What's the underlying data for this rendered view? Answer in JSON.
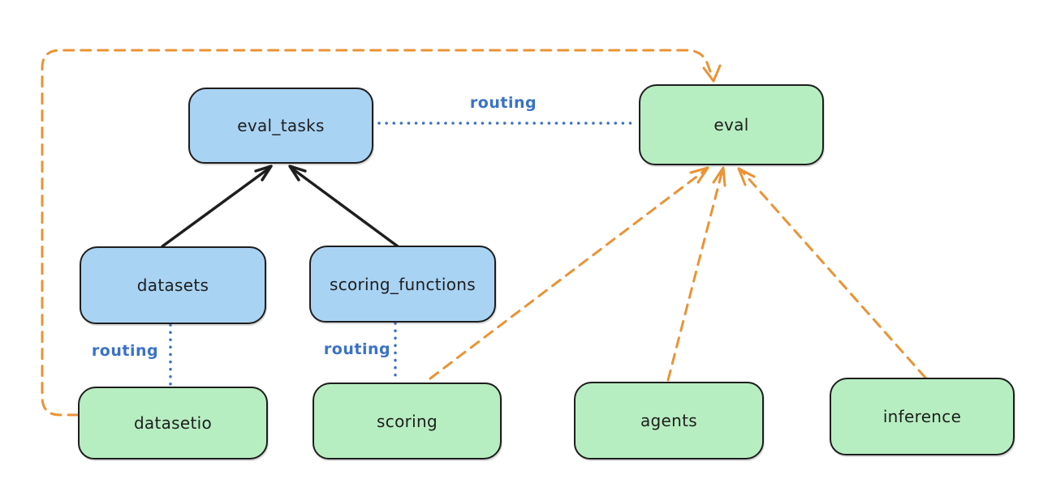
{
  "diagram": {
    "background": "#ffffff",
    "colors": {
      "api_node_fill": "#a9d3f3",
      "provider_node_fill": "#b7eec1",
      "node_border": "#1e1e1e",
      "solid_arrow": "#1e1e1e",
      "routing_line_and_label": "#3a72c8",
      "dashed_provider_arrow": "#ea9335"
    },
    "nodes": {
      "eval_tasks": {
        "label": "eval_tasks"
      },
      "eval": {
        "label": "eval"
      },
      "datasets": {
        "label": "datasets"
      },
      "scoring_functions": {
        "label": "scoring_functions"
      },
      "datasetio": {
        "label": "datasetio"
      },
      "scoring": {
        "label": "scoring"
      },
      "agents": {
        "label": "agents"
      },
      "inference": {
        "label": "inference"
      }
    },
    "edge_labels": {
      "eval_tasks_to_eval": "routing",
      "datasets_to_datasetio": "routing",
      "scoring_functions_to_scoring": "routing"
    }
  }
}
